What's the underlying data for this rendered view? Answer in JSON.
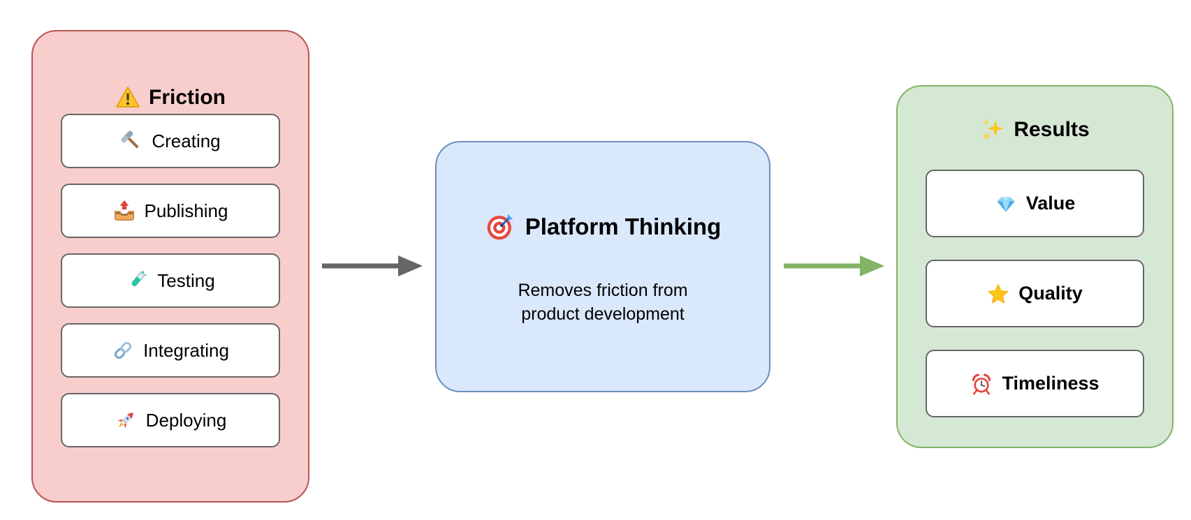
{
  "diagram": {
    "friction": {
      "title": "Friction",
      "title_icon": "warning-icon",
      "items": [
        {
          "label": "Creating",
          "icon": "hammer-icon"
        },
        {
          "label": "Publishing",
          "icon": "outbox-icon"
        },
        {
          "label": "Testing",
          "icon": "test-tube-icon"
        },
        {
          "label": "Integrating",
          "icon": "link-icon"
        },
        {
          "label": "Deploying",
          "icon": "rocket-icon"
        }
      ],
      "colors": {
        "fill": "#f8cecc",
        "border": "#b85450"
      }
    },
    "platform": {
      "title": "Platform Thinking",
      "title_icon": "target-icon",
      "subtitle": "Removes friction from product development",
      "colors": {
        "fill": "#dae8fc",
        "border": "#6c8ebf"
      }
    },
    "results": {
      "title": "Results",
      "title_icon": "sparkles-icon",
      "items": [
        {
          "label": "Value",
          "icon": "gem-icon"
        },
        {
          "label": "Quality",
          "icon": "star-icon"
        },
        {
          "label": "Timeliness",
          "icon": "alarm-clock-icon"
        }
      ],
      "colors": {
        "fill": "#d5e8d4",
        "border": "#82b366"
      }
    },
    "styles": {
      "item_fill": "#ffffff",
      "item_border": "#666666",
      "text": "#000000"
    },
    "arrows": [
      {
        "name": "friction-to-platform",
        "color": "#666666"
      },
      {
        "name": "platform-to-results",
        "color": "#82b366"
      }
    ]
  }
}
